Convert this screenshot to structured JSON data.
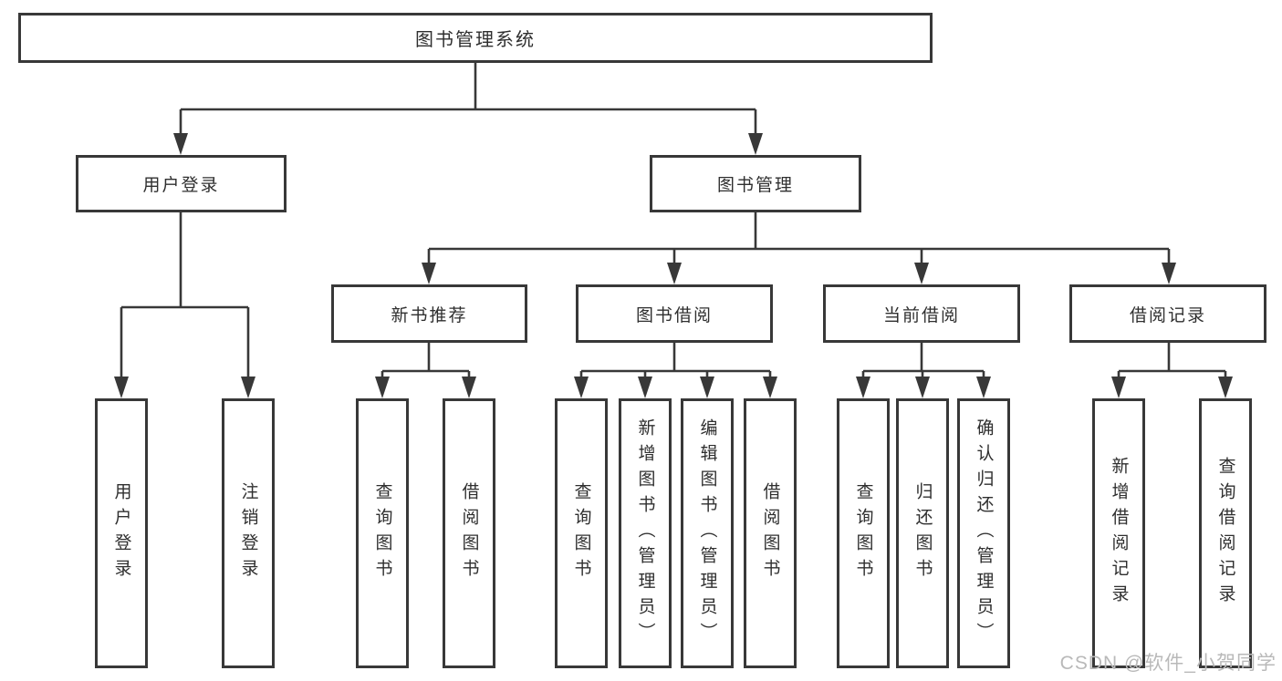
{
  "colors": {
    "line": "#383838",
    "box_border": "#383838",
    "box_fill": "#ffffff",
    "text": "#2f2f2f",
    "watermark": "#b9b9b9"
  },
  "watermark": {
    "text": "CSDN @软件_小贺同学"
  },
  "tree": {
    "root": {
      "label": "图书管理系统"
    },
    "user_login": {
      "label": "用户登录",
      "children": [
        {
          "label": "用户登录"
        },
        {
          "label": "注销登录"
        }
      ]
    },
    "book_mgmt": {
      "label": "图书管理",
      "children": [
        {
          "label": "新书推荐",
          "children": [
            {
              "label": "查询图书"
            },
            {
              "label": "借阅图书"
            }
          ]
        },
        {
          "label": "图书借阅",
          "children": [
            {
              "label": "查询图书"
            },
            {
              "label": "新增图书（管理员）"
            },
            {
              "label": "编辑图书（管理员）"
            },
            {
              "label": "借阅图书"
            }
          ]
        },
        {
          "label": "当前借阅",
          "children": [
            {
              "label": "查询图书"
            },
            {
              "label": "归还图书"
            },
            {
              "label": "确认归还（管理员）"
            }
          ]
        },
        {
          "label": "借阅记录",
          "children": [
            {
              "label": "新增借阅记录"
            },
            {
              "label": "查询借阅记录"
            }
          ]
        }
      ]
    }
  }
}
